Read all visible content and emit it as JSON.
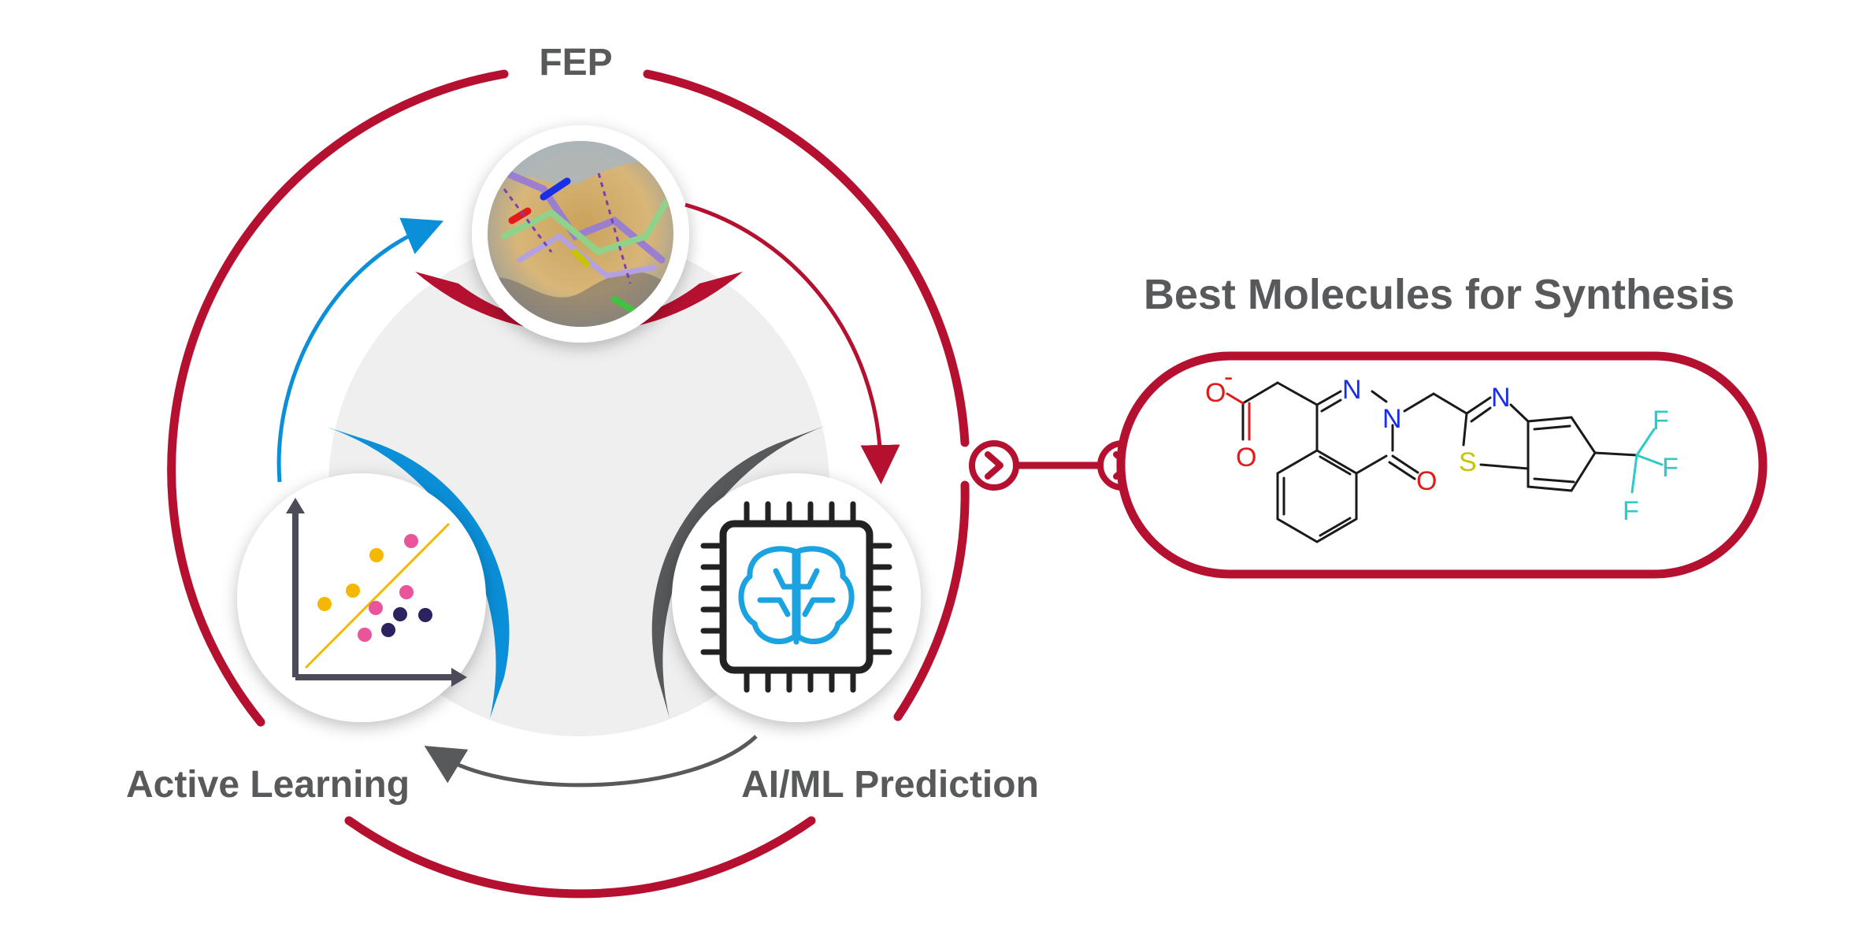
{
  "labels": {
    "fep": "FEP",
    "active_learning": "Active Learning",
    "ai_ml_prediction": "AI/ML Prediction",
    "best_molecules": "Best Molecules for Synthesis"
  },
  "atoms": {
    "o_minus": "O",
    "charge": "-",
    "o_acid": "O",
    "n1": "N",
    "n2": "N",
    "o_keto": "O",
    "s": "S",
    "n3": "N",
    "f1": "F",
    "f2": "F",
    "f3": "F"
  },
  "colors": {
    "crimson": "#b5102f",
    "blue": "#0a8fd8",
    "dark_gray": "#58595b",
    "light_gray": "#efefef",
    "oxygen": "#e31a1a",
    "nitrogen": "#1a2fe3",
    "sulfur": "#c9c400",
    "fluorine": "#2ec9c9",
    "dot_yellow": "#f5b800",
    "dot_pink": "#e9559a",
    "dot_navy": "#2d2160",
    "chip_blue": "#1aa3e0"
  },
  "icons": {
    "cycle_chevron": "chevron-right-icon",
    "pill_chevron": "chevron-right-icon",
    "chart": "scatter-plot-icon",
    "chip": "ai-brain-chip-icon",
    "protein": "protein-ligand-structure-icon"
  }
}
